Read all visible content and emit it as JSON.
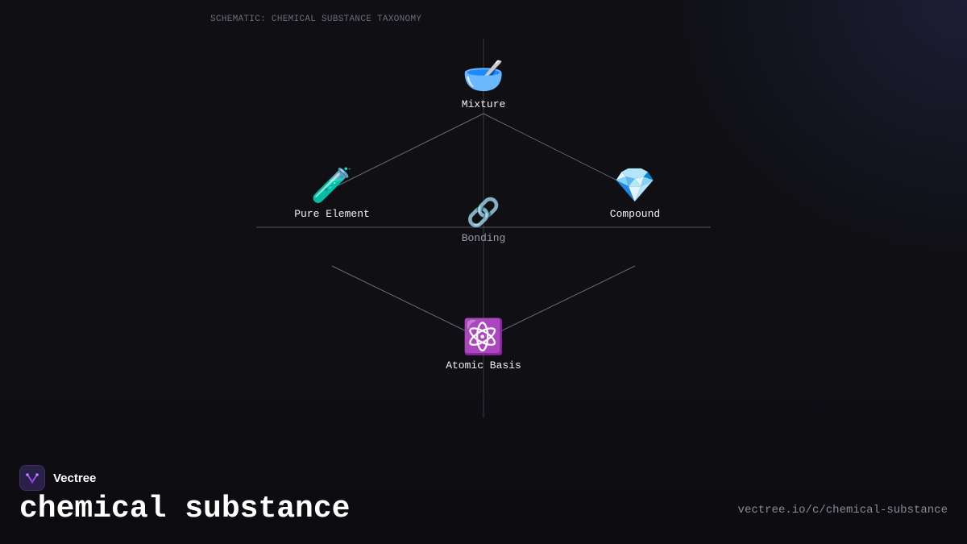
{
  "caption": "SCHEMATIC: CHEMICAL SUBSTANCE TAXONOMY",
  "nodes": {
    "top": {
      "label": "Mixture",
      "icon": "🥣",
      "icon_name": "bowl-icon"
    },
    "left": {
      "label": "Pure Element",
      "icon": "🧪",
      "icon_name": "test-tube-icon"
    },
    "right": {
      "label": "Compound",
      "icon": "💎",
      "icon_name": "gem-icon"
    },
    "center": {
      "label": "Bonding",
      "icon": "🔗",
      "icon_name": "link-icon"
    },
    "bottom": {
      "label": "Atomic Basis",
      "icon": "⚛️",
      "icon_name": "atom-icon"
    }
  },
  "footer": {
    "brand": "Vectree",
    "title": "chemical substance",
    "url": "vectree.io/c/chemical-substance"
  },
  "colors": {
    "background": "#0f0f14",
    "line": "#55555f",
    "accent": "#a855f7"
  }
}
